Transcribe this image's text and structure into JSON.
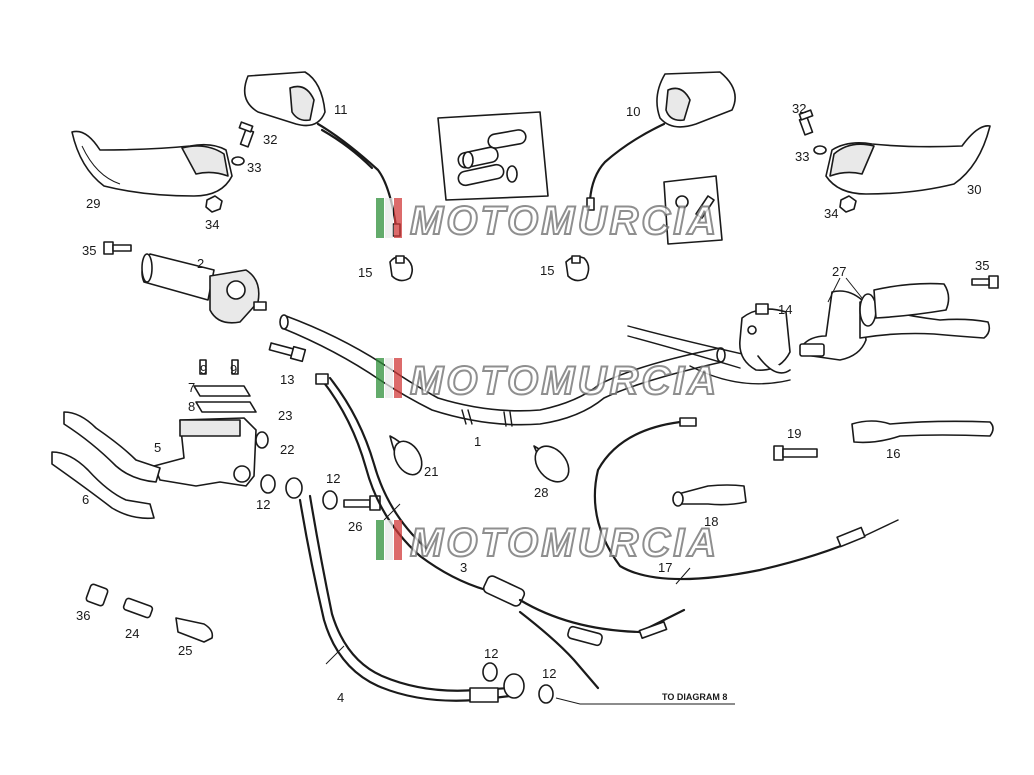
{
  "watermark": {
    "brand": "MOTOMURCIA",
    "colors": [
      "#2f8f3a",
      "#e8e8e8",
      "#d03a3a"
    ]
  },
  "callouts": [
    "1",
    "2",
    "3",
    "4",
    "5",
    "6",
    "7",
    "8",
    "9",
    "9",
    "10",
    "11",
    "12",
    "12",
    "12",
    "12",
    "13",
    "14",
    "15",
    "15",
    "16",
    "17",
    "18",
    "19",
    "21",
    "22",
    "23",
    "24",
    "25",
    "26",
    "27",
    "28",
    "29",
    "30",
    "32",
    "32",
    "33",
    "33",
    "34",
    "34",
    "35",
    "35",
    "36"
  ],
  "note_to_diagram": "TO DIAGRAM 8"
}
